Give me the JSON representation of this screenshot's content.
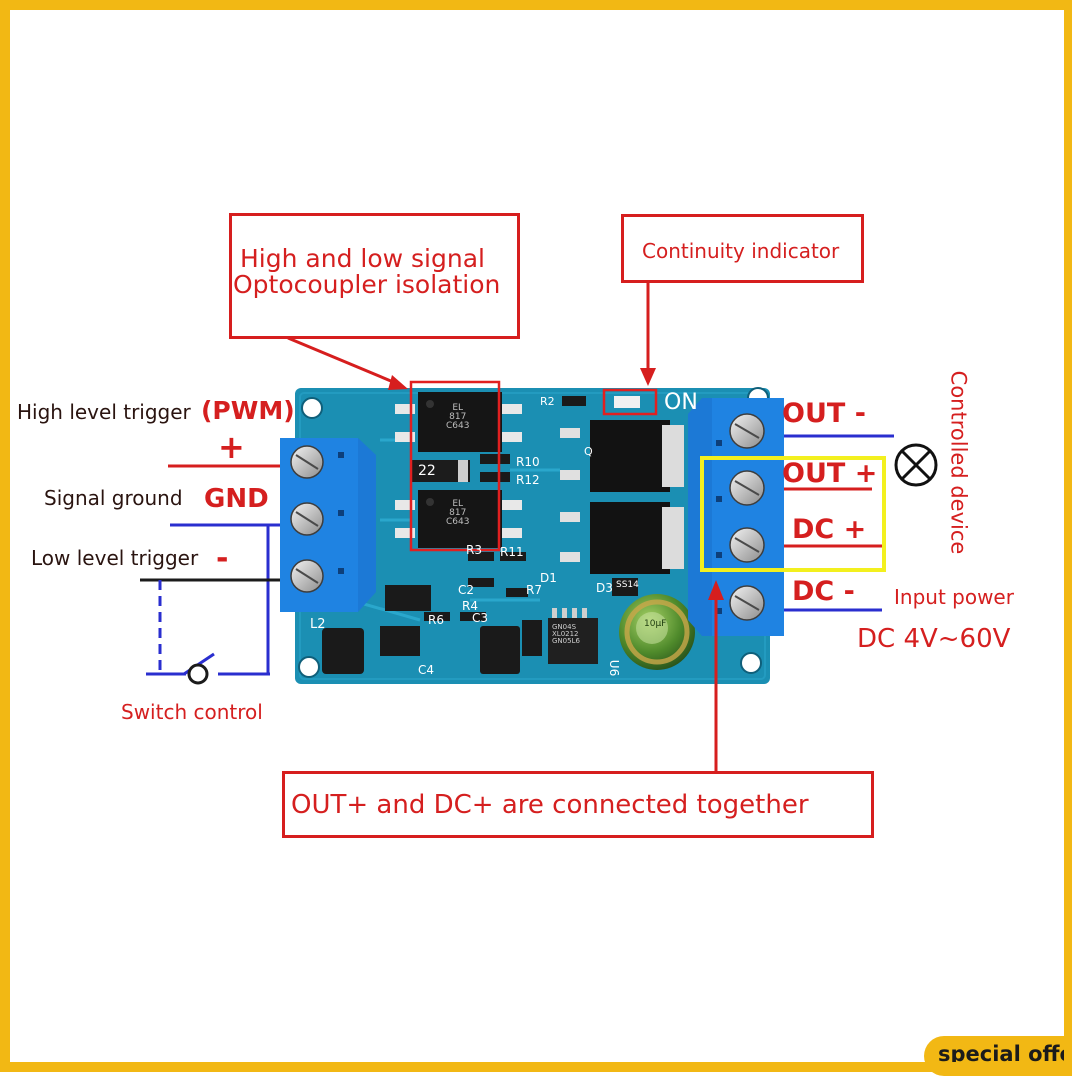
{
  "callouts": {
    "optocoupler": {
      "line1": "High and low signal",
      "line2": "Optocoupler isolation"
    },
    "indicator": "Continuity indicator",
    "connected": "OUT+ and DC+ are connected together"
  },
  "left_labels": {
    "high_level_trigger": "High level trigger",
    "pwm": "(PWM)",
    "plus": "+",
    "signal_ground": "Signal ground",
    "gnd": "GND",
    "low_level_trigger": "Low level trigger",
    "minus": "-",
    "switch_control": "Switch control"
  },
  "right_labels": {
    "out_minus": "OUT -",
    "out_plus": "OUT +",
    "dc_plus": "DC +",
    "dc_minus": "DC -",
    "controlled_device": "Controlled device",
    "input_power": "Input power",
    "voltage_range": "DC 4V~60V"
  },
  "board_silkscreen": {
    "on": "ON",
    "r2": "R2",
    "r10": "R10",
    "r12": "R12",
    "r11": "R11",
    "r3": "R3",
    "c2": "C2",
    "c3": "C3",
    "r4": "R4",
    "r6": "R6",
    "r7": "R7",
    "d1": "D1",
    "d3": "D3",
    "l2": "L2",
    "c4": "C4",
    "u6": "U6",
    "q": "Q",
    "opto_text_1": "EL\n817\nC643",
    "opto_text_2": "EL\n817\nC643",
    "chip_22": "22",
    "ss14": "SS14",
    "reg_chip": "GN04S\nXL0212\nGN05L6",
    "cap_text": "10μF"
  },
  "badge": {
    "text": "special offer"
  },
  "colors": {
    "frame": "#f2b814",
    "pcb": "#1b8fb3",
    "terminal": "#1c79d6",
    "callout_red": "#d61e1e",
    "wire_blue": "#2a2ecf",
    "highlight_yellow": "#f3f01e"
  }
}
